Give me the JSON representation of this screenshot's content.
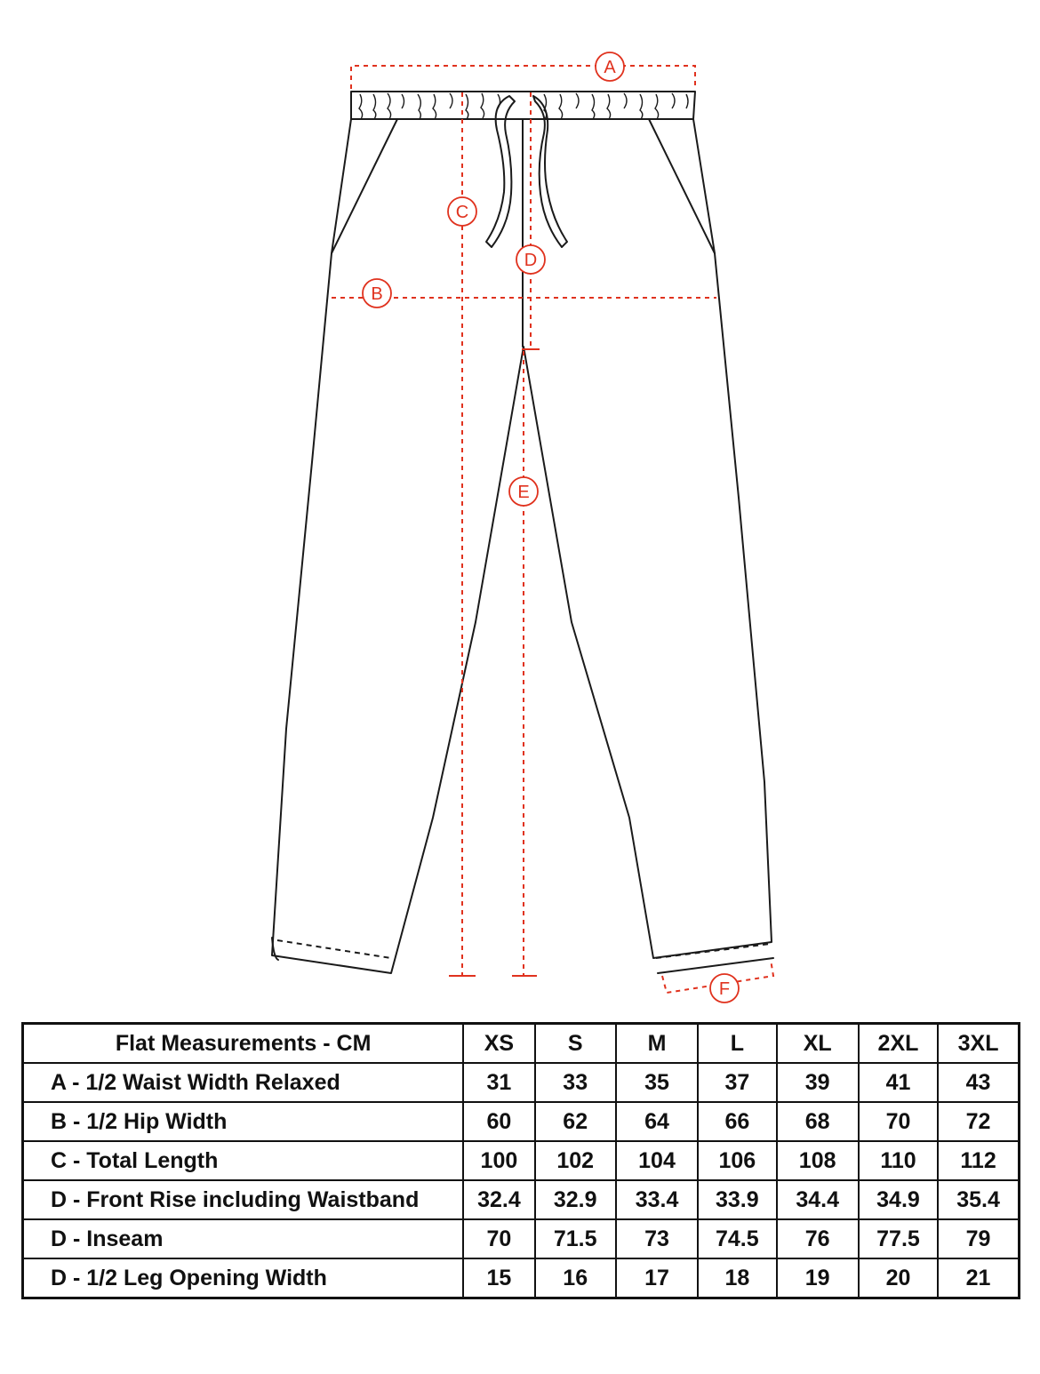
{
  "diagram": {
    "markers": {
      "a": "A",
      "b": "B",
      "c": "C",
      "d": "D",
      "e": "E",
      "f": "F"
    },
    "colors": {
      "guide": "#e0321e",
      "outline": "#1a1a1a"
    }
  },
  "table": {
    "header_label": "Flat Measurements - CM",
    "sizes": [
      "XS",
      "S",
      "M",
      "L",
      "XL",
      "2XL",
      "3XL"
    ],
    "rows": [
      {
        "label": "A - 1/2 Waist Width Relaxed",
        "values": [
          "31",
          "33",
          "35",
          "37",
          "39",
          "41",
          "43"
        ]
      },
      {
        "label": "B - 1/2 Hip Width",
        "values": [
          "60",
          "62",
          "64",
          "66",
          "68",
          "70",
          "72"
        ]
      },
      {
        "label": "C - Total Length",
        "values": [
          "100",
          "102",
          "104",
          "106",
          "108",
          "110",
          "112"
        ]
      },
      {
        "label": "D - Front Rise including Waistband",
        "values": [
          "32.4",
          "32.9",
          "33.4",
          "33.9",
          "34.4",
          "34.9",
          "35.4"
        ]
      },
      {
        "label": "D - Inseam",
        "values": [
          "70",
          "71.5",
          "73",
          "74.5",
          "76",
          "77.5",
          "79"
        ]
      },
      {
        "label": "D - 1/2 Leg Opening Width",
        "values": [
          "15",
          "16",
          "17",
          "18",
          "19",
          "20",
          "21"
        ]
      }
    ]
  }
}
